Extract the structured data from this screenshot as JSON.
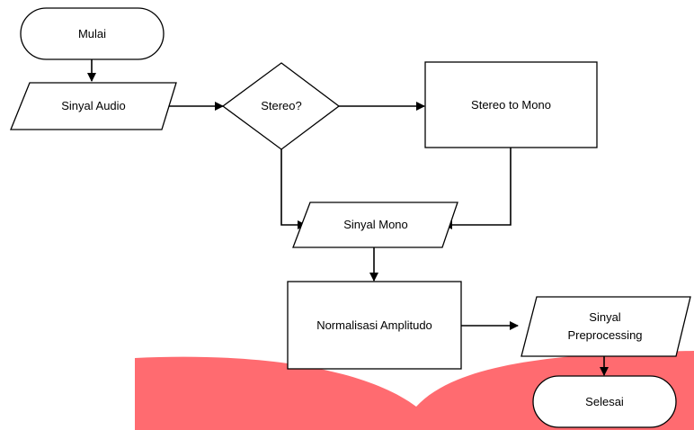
{
  "diagram": {
    "nodes": {
      "start": "Mulai",
      "input_audio": "Sinyal Audio",
      "decision_stereo": "Stereo?",
      "stereo_to_mono": "Stereo to Mono",
      "mono_signal": "Sinyal Mono",
      "normalize": "Normalisasi Amplitudo",
      "preprocessed_line1": "Sinyal",
      "preprocessed_line2": "Preprocessing",
      "end": "Selesai"
    },
    "colors": {
      "stroke": "#000000",
      "background_band": "#ff6b70"
    }
  }
}
